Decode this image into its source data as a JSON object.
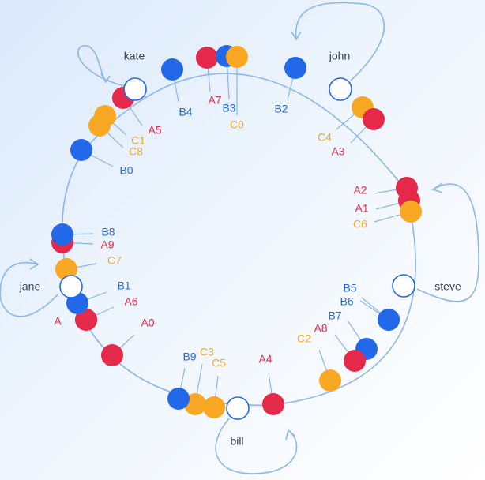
{
  "colors": {
    "ring": "#8bb6ec",
    "leader": "#8bb6ec",
    "A": "#e5294b",
    "B": "#2268e8",
    "C": "#f9a823",
    "node_fill": "#ffffff",
    "node_stroke": "#2268e8",
    "node_text": "#35425b"
  },
  "nodes": [
    {
      "name": "kate",
      "label": "kate"
    },
    {
      "name": "john",
      "label": "john"
    },
    {
      "name": "steve",
      "label": "steve"
    },
    {
      "name": "bill",
      "label": "bill"
    },
    {
      "name": "jane",
      "label": "jane"
    }
  ],
  "keys": [
    {
      "label": "A7",
      "group": "A"
    },
    {
      "label": "B3",
      "group": "B"
    },
    {
      "label": "C0",
      "group": "C"
    },
    {
      "label": "B2",
      "group": "B"
    },
    {
      "label": "C4",
      "group": "C"
    },
    {
      "label": "A3",
      "group": "A"
    },
    {
      "label": "A2",
      "group": "A"
    },
    {
      "label": "A1",
      "group": "A"
    },
    {
      "label": "C6",
      "group": "C"
    },
    {
      "label": "B5",
      "group": "B"
    },
    {
      "label": "B6",
      "group": "B"
    },
    {
      "label": "B7",
      "group": "B"
    },
    {
      "label": "A8",
      "group": "A"
    },
    {
      "label": "C2",
      "group": "C"
    },
    {
      "label": "A4",
      "group": "A"
    },
    {
      "label": "C5",
      "group": "C"
    },
    {
      "label": "C3",
      "group": "C"
    },
    {
      "label": "B9",
      "group": "B"
    },
    {
      "label": "A0",
      "group": "A"
    },
    {
      "label": "A6",
      "group": "A"
    },
    {
      "label": "A",
      "group": "A"
    },
    {
      "label": "B1",
      "group": "B"
    },
    {
      "label": "C7",
      "group": "C"
    },
    {
      "label": "A9",
      "group": "A"
    },
    {
      "label": "B8",
      "group": "B"
    },
    {
      "label": "B0",
      "group": "B"
    },
    {
      "label": "C8",
      "group": "C"
    },
    {
      "label": "C1",
      "group": "C"
    },
    {
      "label": "A5",
      "group": "A"
    },
    {
      "label": "B4",
      "group": "B"
    }
  ]
}
